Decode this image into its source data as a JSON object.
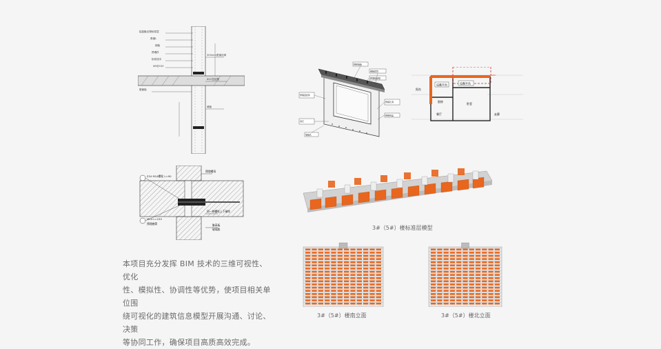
{
  "figures": {
    "detail_wall_section": {
      "labels": [
        "粘贴聚合物砂浆层",
        "角钢L",
        "钢板",
        "预埋件",
        "砂浆找平",
        "Φ5@150",
        "300mm宽钢丝网",
        "楼面板",
        "Φ12拉结筋",
        "墙板"
      ]
    },
    "detail_connection": {
      "labels": [
        "S34 M14螺栓 L=90",
        "预埋螺母",
        "M14 L=150",
        "预埋套筒",
        "同一铁螺栓上下端牢",
        "聚苯板",
        "玻璃胶"
      ]
    },
    "precast_window_panel": {
      "labels": [
        "预制墙板",
        "钢筋套筒",
        "预埋连接件",
        "吊钉",
        "预留孔洞",
        "预留线盒",
        "预埋铝窗框",
        "墙板孔"
      ]
    },
    "floor_plan": {
      "labels": [
        "设备平台",
        "设备平台",
        "卧室",
        "厨房",
        "阳台",
        "餐厅",
        "走廊"
      ]
    }
  },
  "captions": {
    "standard_floor": "3#（5#）楼标准层模型",
    "south_elevation": "3#（5#）楼南立面",
    "north_elevation": "3#（5#）楼北立面"
  },
  "description": [
    "本项目充分发挥 BIM 技术的三维可视性、优化",
    "性、模拟性、协调性等优势，使项目相关单位围",
    "绕可视化的建筑信息模型开展沟通、讨论、决策",
    "等协同工作，确保项目高质高效完成。"
  ],
  "colors": {
    "background": "#f5f5f5",
    "accent_orange": "#e8661e",
    "concrete_gray": "#c8c8c8",
    "text_gray": "#6b6b6b"
  }
}
